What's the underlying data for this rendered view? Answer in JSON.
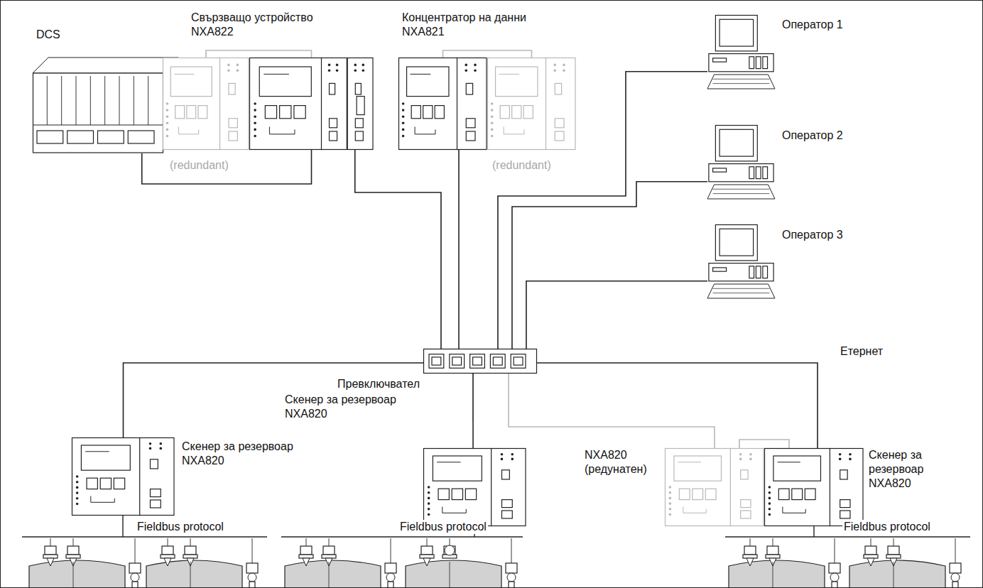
{
  "diagram": {
    "nodes": [
      {
        "text": [
          "DCS"
        ]
      },
      {
        "text": [
          "(redundant)"
        ]
      },
      {
        "text": [
          "Свързващо устройство NXA822"
        ]
      },
      {
        "text": [
          "Концентратор на данни NXA821"
        ]
      },
      {
        "text": [
          "(redundant)"
        ]
      },
      {
        "text": [
          "Оператор 1"
        ]
      },
      {
        "text": [
          "Оператор 2"
        ]
      },
      {
        "text": [
          "Оператор 3"
        ]
      },
      {
        "text": [
          "Превключвател"
        ]
      },
      {
        "text": [
          "Скенер за резервоар NXA820"
        ]
      },
      {
        "text": [
          "Скенер за резервоар NXA820"
        ]
      },
      {
        "text": [
          "NXA820 (редунатен)"
        ]
      },
      {
        "text": [
          "Скенер за резервоар NXA820"
        ]
      }
    ],
    "edges": [
      {
        "from": 0,
        "to": 2,
        "arrow": "none"
      },
      {
        "from": 1,
        "to": 2,
        "arrow": "none"
      },
      {
        "from": 2,
        "to": 8,
        "arrow": "none"
      },
      {
        "from": 3,
        "to": 8,
        "arrow": "none"
      },
      {
        "from": 3,
        "to": 4,
        "arrow": "none"
      },
      {
        "from": 5,
        "to": 8,
        "arrow": "none"
      },
      {
        "from": 6,
        "to": 8,
        "arrow": "none"
      },
      {
        "from": 7,
        "to": 8,
        "arrow": "none"
      },
      {
        "from": 8,
        "to": 9,
        "arrow": "none"
      },
      {
        "from": 8,
        "to": 10,
        "arrow": "none"
      },
      {
        "from": 8,
        "to": 11,
        "arrow": "none"
      },
      {
        "from": 8,
        "to": 12,
        "arrow": "none"
      },
      {
        "from": 11,
        "to": 12,
        "arrow": "none"
      }
    ],
    "labels": [
      "Етернет",
      "Fieldbus protocol",
      "Fieldbus protocol",
      "Fieldbus protocol"
    ]
  }
}
